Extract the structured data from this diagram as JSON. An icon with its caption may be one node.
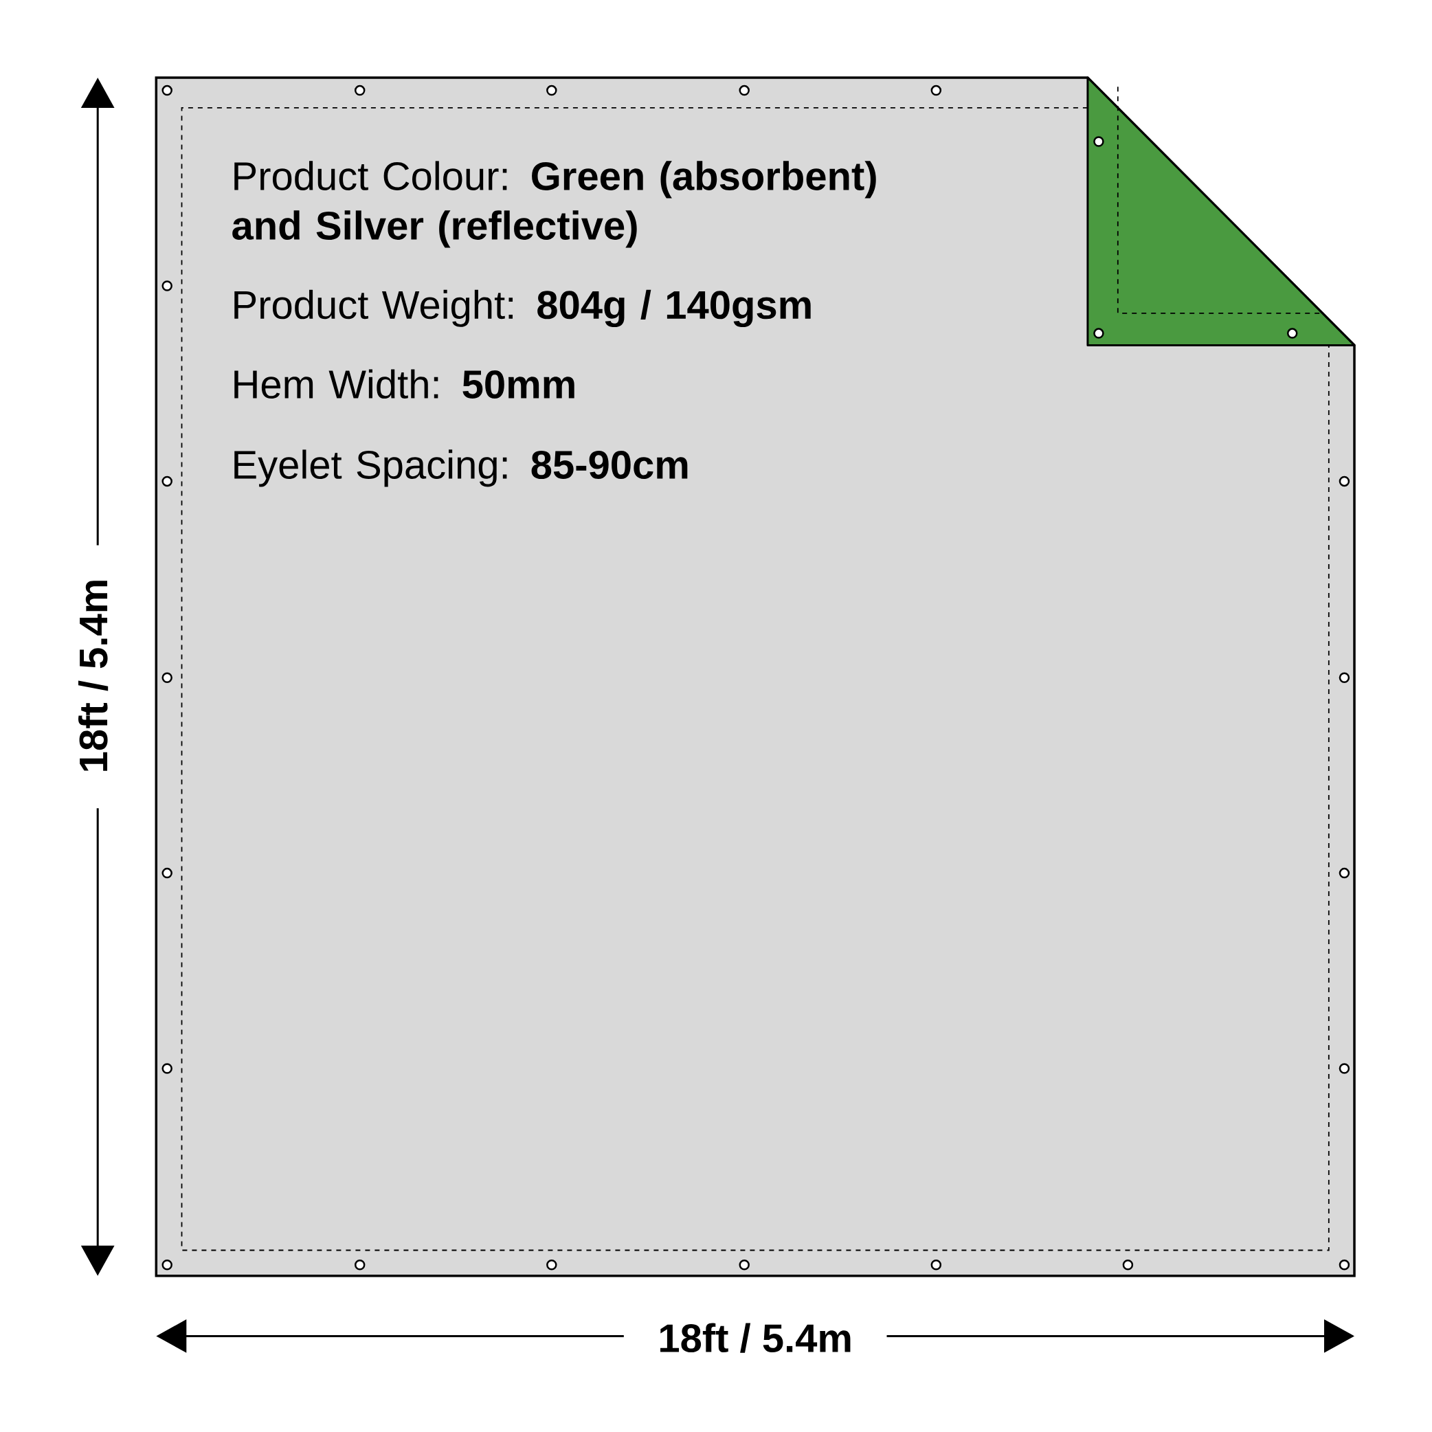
{
  "diagram": {
    "nodes": [
      {
        "text": [
          "Product Colour: **Green (absorbent) and Silver (reflective)**",
          "Product Weight: **804g / 140gsm**",
          "Hem Width: **50mm**",
          "Eyelet Spacing: **85-90cm**"
        ]
      }
    ],
    "labels": [
      "18ft / 5.4m",
      "18ft / 5.4m"
    ]
  }
}
